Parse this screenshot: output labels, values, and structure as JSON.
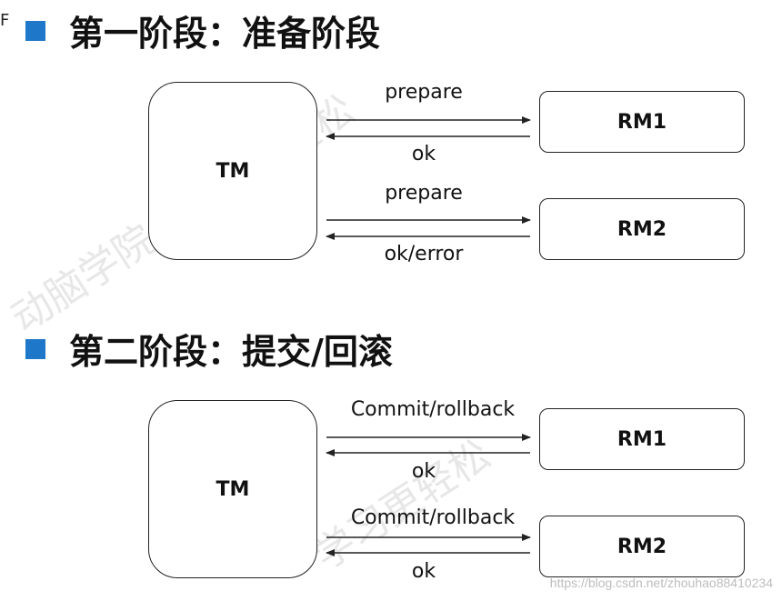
{
  "corner_mark": "F",
  "watermark": {
    "line1": "动脑学院 · 学习更轻松",
    "line2": "学习更轻松",
    "url": "https://blog.csdn.net/zhouhao88410234"
  },
  "phase1": {
    "title": "第一阶段：准备阶段",
    "tm_label": "TM",
    "rm1_label": "RM1",
    "rm2_label": "RM2",
    "rm1_request": "prepare",
    "rm1_response": "ok",
    "rm2_request": "prepare",
    "rm2_response": "ok/error"
  },
  "phase2": {
    "title": "第二阶段：提交/回滚",
    "tm_label": "TM",
    "rm1_label": "RM1",
    "rm2_label": "RM2",
    "rm1_request": "Commit/rollback",
    "rm1_response": "ok",
    "rm2_request": "Commit/rollback",
    "rm2_response": "ok"
  },
  "colors": {
    "bullet": "#1f77c9",
    "stroke": "#222222"
  }
}
